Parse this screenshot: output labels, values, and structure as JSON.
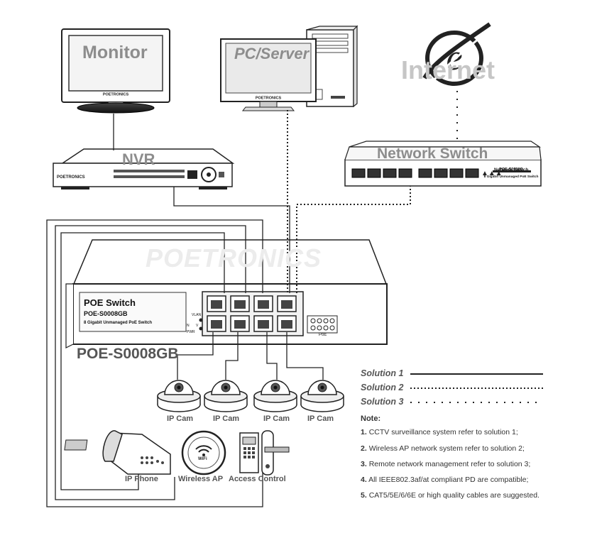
{
  "devices": {
    "monitor": "Monitor",
    "pc_server": "PC/Server",
    "internet": "Internet",
    "nvr": "NVR",
    "network_switch": "Network Switch",
    "network_switch_model": "POE-S0008G",
    "network_switch_desc": "8 Gigabit Unmanaged PoE Switch",
    "brand": "POETRONICS",
    "watermark": "POETRONICS"
  },
  "poe_switch": {
    "title": "POE Switch",
    "model": "POE-S0008GB",
    "desc": "8 Gigabit Unmanaged PoE Switch",
    "caption": "POE-S0008GB",
    "vlan": "VLAN",
    "n": "N",
    "v": "V",
    "pwr": "PWR",
    "poe": "PoE"
  },
  "endpoints": {
    "cams": [
      "IP Cam",
      "IP Cam",
      "IP Cam",
      "IP Cam"
    ],
    "ip_phone": "IP Phone",
    "wireless_ap": "Wireless AP",
    "wifi": "WiFi",
    "access_control": "Access Control"
  },
  "legend": [
    {
      "label": "Solution 1",
      "style": "solid"
    },
    {
      "label": "Solution 2",
      "style": "dotted"
    },
    {
      "label": "Solution 3",
      "style": "sparse-dotted"
    }
  ],
  "note": {
    "title": "Note:",
    "items": [
      {
        "num": "1.",
        "text": "CCTV surveillance system refer to solution 1;"
      },
      {
        "num": "2.",
        "text": "Wireless AP network system refer to solution 2;"
      },
      {
        "num": "3.",
        "text": "Remote network management refer to solution 3;"
      },
      {
        "num": "4.",
        "text": "All IEEE802.3af/at compliant PD are compatible;"
      },
      {
        "num": "5.",
        "text": "CAT5/5E/6/6E or high quality cables are suggested."
      }
    ]
  }
}
